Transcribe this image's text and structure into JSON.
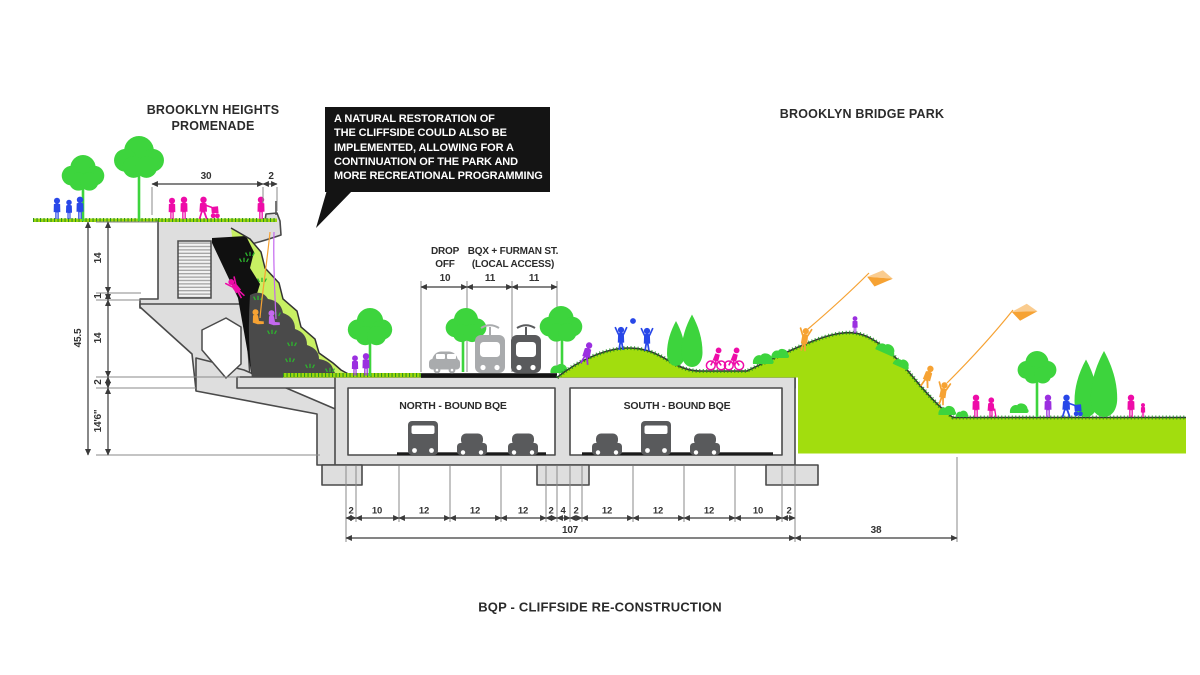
{
  "titles": {
    "promenade_line1": "BROOKLYN HEIGHTS",
    "promenade_line2": "PROMENADE",
    "park": "BROOKLYN BRIDGE PARK",
    "caption": "BQP - CLIFFSIDE RE-CONSTRUCTION"
  },
  "speech_bubble": {
    "lines": [
      "A NATURAL RESTORATION OF",
      "THE CLIFFSIDE COULD ALSO BE",
      "IMPLEMENTED, ALLOWING FOR A",
      "CONTINUATION OF THE PARK AND",
      "MORE RECREATIONAL PROGRAMMING"
    ]
  },
  "road": {
    "drop_off_line1": "DROP",
    "drop_off_line2": "OFF",
    "local_line1": "BQX + FURMAN ST.",
    "local_line2": "(LOCAL ACCESS)",
    "lane_widths": [
      "10",
      "11",
      "11"
    ]
  },
  "tunnel": {
    "north": "NORTH - BOUND BQE",
    "south": "SOUTH - BOUND BQE"
  },
  "dims": {
    "promenade_width": "30",
    "promenade_edge": "2",
    "left_total": "45.5",
    "left_segments": [
      "14",
      "1",
      "14",
      "2",
      "14'6\""
    ],
    "bottom_segments": [
      "2",
      "10",
      "12",
      "12",
      "12",
      "2",
      "4",
      "2",
      "12",
      "12",
      "12",
      "10",
      "2"
    ],
    "bottom_total": "107",
    "park_width": "38"
  },
  "colors": {
    "tree_green": "#3dd43d",
    "ground_green": "#a2dd0e",
    "cliff_green": "#c8f063",
    "people_blue": "#2847e8",
    "people_magenta": "#ee0ca8",
    "people_purple": "#9b2fe0",
    "people_orange": "#f6a233",
    "people_violet": "#c468ef",
    "concrete": "#dedede",
    "vehicle_dark_gray": "#595a5c",
    "vehicle_light_gray": "#a9abad",
    "rock_gray": "#4a4a4a",
    "ink": "#141414"
  }
}
